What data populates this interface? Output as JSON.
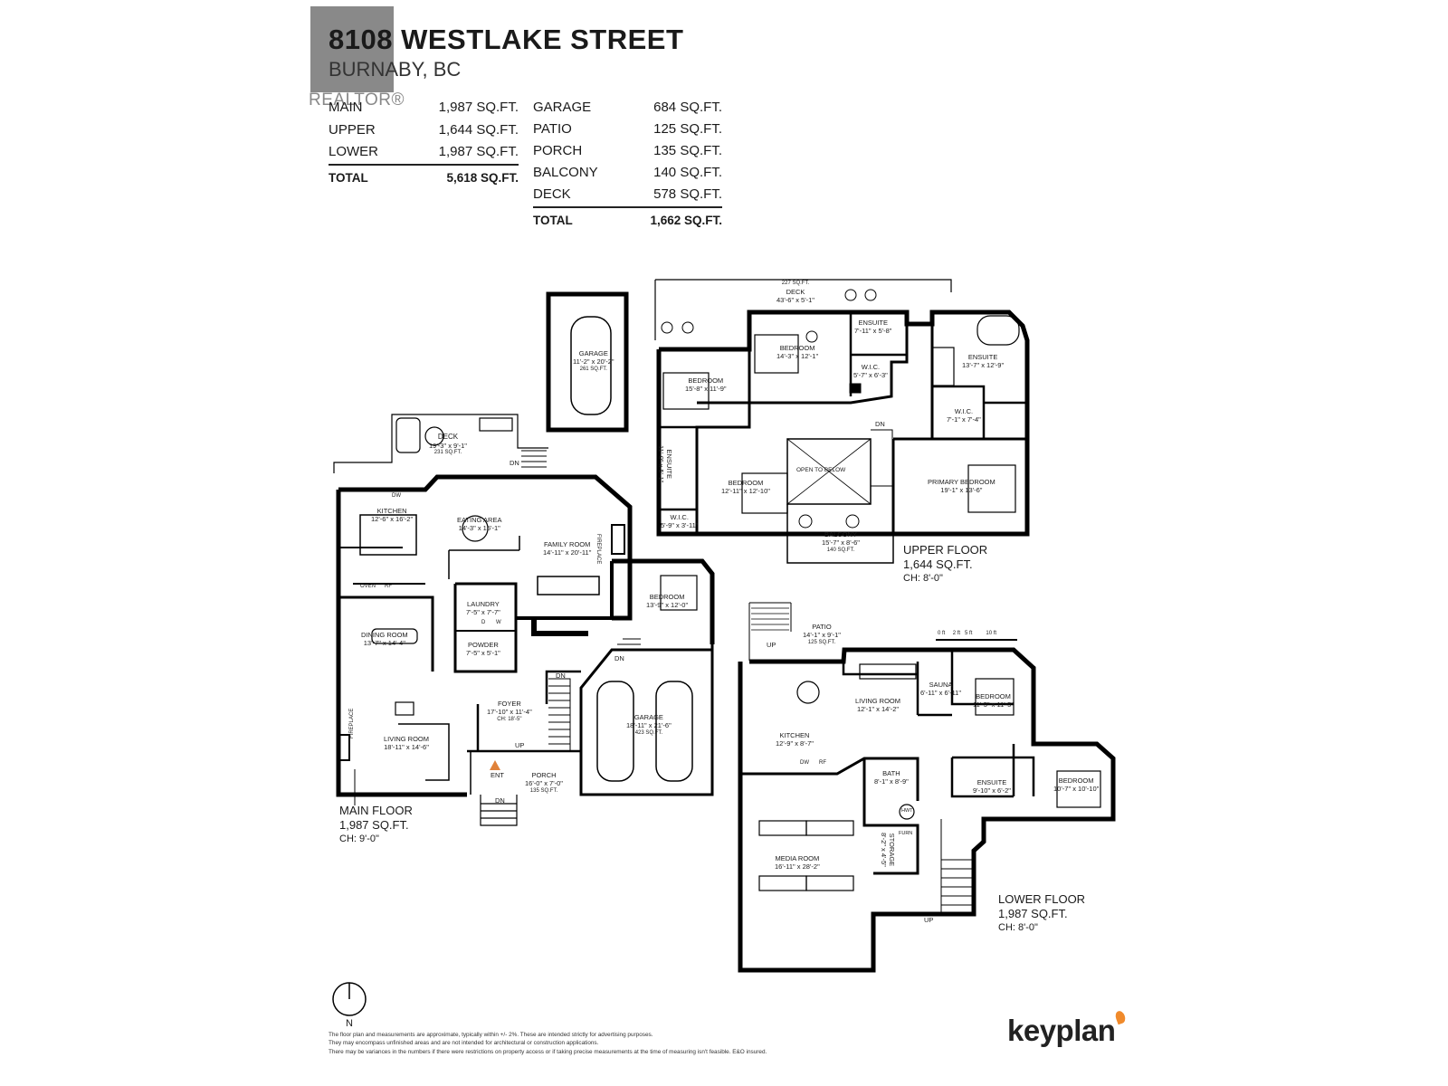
{
  "title": "8108 WESTLAKE STREET",
  "subtitle": "BURNABY, BC",
  "watermark": "REALTOR®",
  "area_summary": {
    "interior": [
      {
        "label": "MAIN",
        "value": "1,987 SQ.FT."
      },
      {
        "label": "UPPER",
        "value": "1,644 SQ.FT."
      },
      {
        "label": "LOWER",
        "value": "1,987 SQ.FT."
      }
    ],
    "interior_total": {
      "label": "TOTAL",
      "value": "5,618 SQ.FT."
    },
    "exterior": [
      {
        "label": "GARAGE",
        "value": "684 SQ.FT."
      },
      {
        "label": "PATIO",
        "value": "125 SQ.FT."
      },
      {
        "label": "PORCH",
        "value": "135 SQ.FT."
      },
      {
        "label": "BALCONY",
        "value": "140 SQ.FT."
      },
      {
        "label": "DECK",
        "value": "578 SQ.FT."
      }
    ],
    "exterior_total": {
      "label": "TOTAL",
      "value": "1,662 SQ.FT."
    }
  },
  "main_floor": {
    "name": "MAIN FLOOR",
    "area": "1,987 SQ.FT.",
    "ceiling": "CH: 9'-0\"",
    "rooms": [
      {
        "name": "DECK",
        "dims": "19'-3\" x 9'-1\"",
        "area": "231 SQ.FT."
      },
      {
        "name": "KITCHEN",
        "dims": "12'-6\" x 16'-2\""
      },
      {
        "name": "EATING AREA",
        "dims": "14'-3\" x 15'-1\""
      },
      {
        "name": "FAMILY ROOM",
        "dims": "14'-11\" x 20'-11\""
      },
      {
        "name": "LAUNDRY",
        "dims": "7'-5\" x 7'-7\""
      },
      {
        "name": "POWDER",
        "dims": "7'-5\" x 5'-1\""
      },
      {
        "name": "DINING ROOM",
        "dims": "13'-7\" x 14'-4\""
      },
      {
        "name": "LIVING ROOM",
        "dims": "18'-11\" x 14'-6\""
      },
      {
        "name": "FOYER",
        "dims": "17'-10\" x 11'-4\"",
        "extra": "CH: 18'-5\""
      },
      {
        "name": "BEDROOM",
        "dims": "13'-9\" x 12'-0\""
      },
      {
        "name": "GARAGE",
        "dims": "18'-11\" x 21'-6\"",
        "area": "423 SQ.FT."
      },
      {
        "name": "PORCH",
        "dims": "16'-0\" x 7'-0\"",
        "area": "135 SQ.FT."
      }
    ],
    "detached_garage": {
      "name": "GARAGE",
      "dims": "11'-2\" x 20'-2\"",
      "area": "261 SQ.FT."
    }
  },
  "upper_floor": {
    "name": "UPPER FLOOR",
    "area": "1,644 SQ.FT.",
    "ceiling": "CH: 8'-0\"",
    "rooms": [
      {
        "name": "DECK",
        "dims": "43'-6\" x 5'-1\"",
        "area": "227 SQ.FT."
      },
      {
        "name": "BEDROOM",
        "dims": "14'-3\" x 12'-1\""
      },
      {
        "name": "ENSUITE",
        "dims": "7'-11\" x 5'-8\""
      },
      {
        "name": "W.I.C.",
        "dims": "5'-7\" x 6'-3\""
      },
      {
        "name": "BEDROOM",
        "dims": "15'-8\" x 11'-9\""
      },
      {
        "name": "ENSUITE",
        "dims": "13'-7\" x 12'-9\""
      },
      {
        "name": "W.I.C.",
        "dims": "7'-1\" x 7'-4\""
      },
      {
        "name": "ENSUITE",
        "dims": "11'-0\" x 5'-1\""
      },
      {
        "name": "BEDROOM",
        "dims": "12'-11\" x 12'-10\""
      },
      {
        "name": "OPEN TO BELOW",
        "dims": ""
      },
      {
        "name": "PRIMARY BEDROOM",
        "dims": "19'-1\" x 13'-6\""
      },
      {
        "name": "W.I.C.",
        "dims": "5'-9\" x 3'-11\""
      },
      {
        "name": "BALCONY",
        "dims": "15'-7\" x 8'-6\"",
        "area": "140 SQ.FT."
      }
    ]
  },
  "lower_floor": {
    "name": "LOWER FLOOR",
    "area": "1,987 SQ.FT.",
    "ceiling": "CH: 8'-0\"",
    "rooms": [
      {
        "name": "PATIO",
        "dims": "14'-1\" x 9'-1\"",
        "area": "125 SQ.FT."
      },
      {
        "name": "LIVING ROOM",
        "dims": "12'-1\" x 14'-2\""
      },
      {
        "name": "SAUNA",
        "dims": "6'-11\" x 6'-11\""
      },
      {
        "name": "BEDROOM",
        "dims": "11'-5\" x 11'-5\""
      },
      {
        "name": "KITCHEN",
        "dims": "12'-9\" x 8'-7\""
      },
      {
        "name": "BATH",
        "dims": "8'-1\" x 8'-9\""
      },
      {
        "name": "ENSUITE",
        "dims": "9'-10\" x 6'-2\""
      },
      {
        "name": "BEDROOM",
        "dims": "10'-7\" x 10'-10\""
      },
      {
        "name": "MEDIA ROOM",
        "dims": "16'-11\" x 28'-2\""
      },
      {
        "name": "STORAGE",
        "dims": "8'-2\" x 4'-5\""
      }
    ],
    "scale_labels": [
      "0 ft",
      "2 ft",
      "5 ft",
      "10 ft"
    ]
  },
  "fixtures": {
    "dn": "DN",
    "up": "UP",
    "ent": "ENT",
    "fireplace": "FIREPLACE",
    "oven": "OVEN",
    "rf": "RF",
    "dw": "DW",
    "d": "D",
    "w": "W",
    "hwt": "HWT",
    "furn": "FURN"
  },
  "compass": "N",
  "disclaimer": [
    "The floor plan and measurements are approximate, typically within +/- 2%. These are intended strictly for advertising purposes.",
    "They may encompass unfinished areas and are not intended for architectural or construction applications.",
    "There may be variances in the numbers if there were restrictions on property access or if taking precise measurements at the time of measuring isn't feasible. E&O insured."
  ],
  "brand": "keyplan",
  "colors": {
    "wall": "#000000",
    "text": "#1a1a1a",
    "brand_accent": "#f08a2b",
    "entry_marker": "#e0823a"
  }
}
